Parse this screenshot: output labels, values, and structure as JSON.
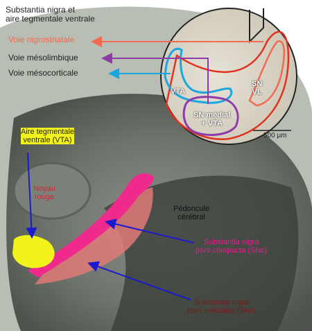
{
  "title": [
    "Substantia nigra et",
    "aire tegmentale ventrale"
  ],
  "pathways": [
    {
      "label": "Voie nigrostriatale",
      "color": "#f26a4f"
    },
    {
      "label": "Voie mésolimbique",
      "color": "#8e3aa8"
    },
    {
      "label": "Voie mésocorticale",
      "color": "#1aa7e0"
    }
  ],
  "inset": {
    "vta": "VTA",
    "sn_vl": [
      "SN",
      "VL"
    ],
    "sn_medial_vta": [
      "SN médial",
      "+ VTA"
    ],
    "scale_bar": "500 µm"
  },
  "labels": {
    "vta": [
      "Aire tegmentale",
      "ventrale (VTA)"
    ],
    "noyau_rouge": [
      "Noyau",
      "rouge"
    ],
    "pedoncule": [
      "Pédoncule",
      "cérébral"
    ],
    "snc": [
      "Substantia nigra",
      "pars compacta (SNc)"
    ],
    "snr": [
      "Substantia nigra",
      "pars reticulata (SNr)"
    ]
  },
  "colors": {
    "vta": "#f2f21c",
    "snc": "#f02a8c",
    "snr": "#e07a78",
    "arrow": "#1a1ad0",
    "snc_text": "#e0208a",
    "vta_text": "#2a2a00"
  }
}
